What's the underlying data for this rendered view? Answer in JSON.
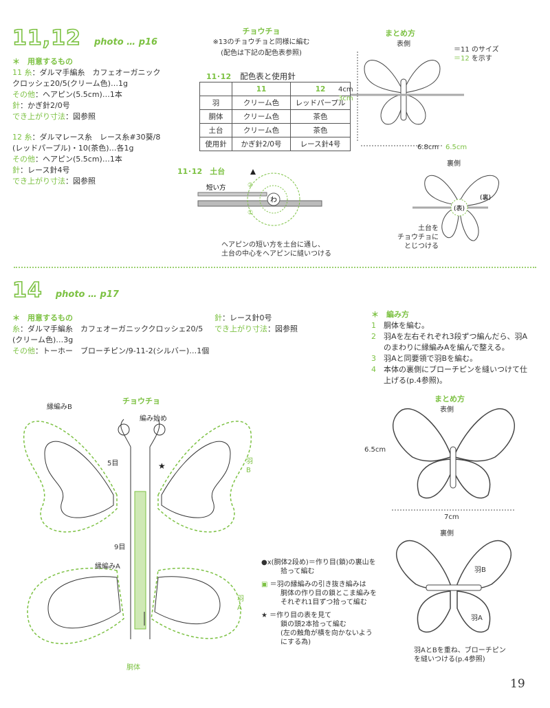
{
  "sec1": {
    "title": "11,12",
    "photo": "photo … p16",
    "materials_header": "＊　用意するもの",
    "item11_num": "11",
    "item11_yarn_label": "糸",
    "item11_yarn": "：ダルマ手編糸　カフェオーガニック",
    "item11_yarn2": "クロッシェ20/5(クリーム色)…1g",
    "item11_other_label": "その他",
    "item11_other": "：ヘアピン(5.5cm)…1本",
    "item11_needle_label": "針",
    "item11_needle": "：かぎ針2/0号",
    "item11_size_label": "でき上がり寸法",
    "item11_size": "：図参照",
    "item12_num": "12",
    "item12_yarn_label": "糸",
    "item12_yarn": "：ダルマレース糸　レース糸#30葵/8",
    "item12_yarn2": "(レッドパープル)・10(茶色)…各1g",
    "item12_other_label": "その他",
    "item12_other": "：ヘアピン(5.5cm)…1本",
    "item12_needle_label": "針",
    "item12_needle": "：レース針4号",
    "item12_size_label": "でき上がり寸法",
    "item12_size": "：図参照",
    "butterfly_title": "チョウチョ",
    "butterfly_note1": "※13のチョウチョと同様に編む",
    "butterfly_note2": "(配色は下記の配色表参照)",
    "table_num": "11･12",
    "table_title": "配色表と使用針",
    "table_header": [
      "",
      "11",
      "12"
    ],
    "table_rows": [
      [
        "羽",
        "クリーム色",
        "レッドパープル"
      ],
      [
        "胴体",
        "クリーム色",
        "茶色"
      ],
      [
        "土台",
        "クリーム色",
        "茶色"
      ],
      [
        "使用針",
        "かぎ針2/0号",
        "レース針4号"
      ]
    ],
    "base_num": "11･12",
    "base_title": "土台",
    "short_side": "短い方",
    "center_mark": "わ",
    "base_note1": "ヘアピンの短い方を土台に通し、",
    "base_note2": "土台の中心をヘアピンに縫いつける",
    "summary_title": "まとめ方",
    "front": "表側",
    "back": "裏側",
    "legend_11": "＝11",
    "legend_12": "＝12",
    "legend_text1": "のサイズ",
    "legend_text2": "を示す",
    "height_11": "4cm",
    "height_12": "3cm",
    "width_11": "6.8cm",
    "width_12": "6.5cm",
    "omote_mark": "(表)",
    "ura_mark": "(裏)",
    "attach1": "土台を",
    "attach2": "チョウチョに",
    "attach3": "とじつける"
  },
  "sec2": {
    "title": "14",
    "photo": "photo … p17",
    "materials_header": "＊　用意するもの",
    "yarn_label": "糸",
    "yarn": "：ダルマ手編糸　カフェオーガニッククロッシェ20/5",
    "yarn2": "(クリーム色)…3g",
    "other_label": "その他",
    "other": "：トーホー　ブローチピン/9-11-2(シルバー)…1個",
    "needle_label": "針",
    "needle": "：レース針0号",
    "size_label": "でき上がり寸法",
    "size": "：図参照",
    "howto_header": "＊　編み方",
    "steps": [
      {
        "n": "1",
        "t": "胴体を編む。"
      },
      {
        "n": "2",
        "t": "羽Aを左右それぞれ3段ずつ編んだら、羽A"
      },
      {
        "n": "",
        "t": "のまわりに縁編みAを編んで整える。"
      },
      {
        "n": "3",
        "t": "羽Aと同要領で羽Bを編む。"
      },
      {
        "n": "4",
        "t": "本体の裏側にブローチピンを縫いつけて仕"
      },
      {
        "n": "",
        "t": "上げる(p.4参照)。"
      }
    ],
    "chart_title": "チョウチョ",
    "edgeB": "縁編みB",
    "edgeA": "縁編みA",
    "start": "編み始め",
    "five": "5目",
    "nine": "9目",
    "wingB": "羽B",
    "wingA": "羽A",
    "body": "胴体",
    "sym1_a": "(胴体2段め)＝作り目(鎖)の裏山を",
    "sym1_b": "拾って編む",
    "sym2_a": "＝羽の縁編みの引き抜き編みは",
    "sym2_b": "胴体の作り目の鎖とこま編みを",
    "sym2_c": "それぞれ1目ずつ拾って編む",
    "sym3_a": "＝作り目の表を見て",
    "sym3_b": "鎖の頭2本拾って編む",
    "sym3_c": "(左の触角が横を向かないよう",
    "sym3_d": "にする為)",
    "summary_title": "まとめ方",
    "front": "表側",
    "back": "裏側",
    "height": "6.5cm",
    "width": "7cm",
    "wingB_lbl": "羽B",
    "wingA_lbl": "羽A",
    "finish1": "羽AとBを重ね、ブローチピン",
    "finish2": "を縫いつける(p.4参照)"
  },
  "page_number": "19",
  "colors": {
    "accent": "#7cc142",
    "text": "#333333"
  }
}
